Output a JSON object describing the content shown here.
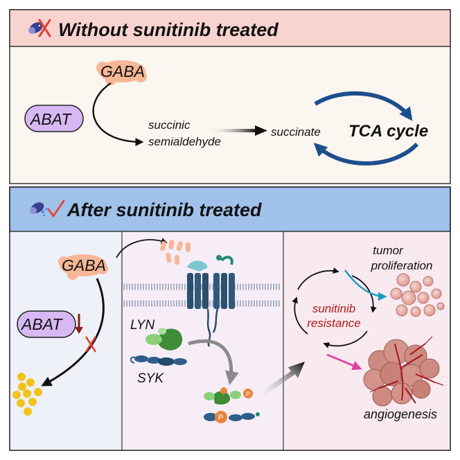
{
  "top_panel": {
    "title": "Without sunitinib treated",
    "gaba": "GABA",
    "abat": "ABAT",
    "ssa_line1": "succinic",
    "ssa_line2": "semialdehyde",
    "succinate": "succinate",
    "tca": "TCA cycle"
  },
  "bottom_panel": {
    "title": "After sunitinib treated",
    "left": {
      "gaba": "GABA",
      "abat": "ABAT"
    },
    "middle": {
      "lyn": "LYN",
      "syk": "SYK",
      "p_label": "P"
    },
    "right": {
      "resistance_line1": "sunitinib",
      "resistance_line2": "resistance",
      "proliferation_line1": "tumor",
      "proliferation_line2": "proliferation",
      "angiogenesis": "angiogenesis"
    }
  },
  "colors": {
    "top_header": "#f9d3cf",
    "top_body": "#fcf6f0",
    "bottom_header": "#9fc1ea",
    "left_panel": "#eef1f8",
    "middle_panel": "#f6edf7",
    "right_panel": "#f8eaef",
    "abat_fill": "#d7b8f2",
    "gaba_fill": "#f6b796",
    "tca_arrow": "#1d4f8e",
    "resistance_text": "#b01818"
  }
}
